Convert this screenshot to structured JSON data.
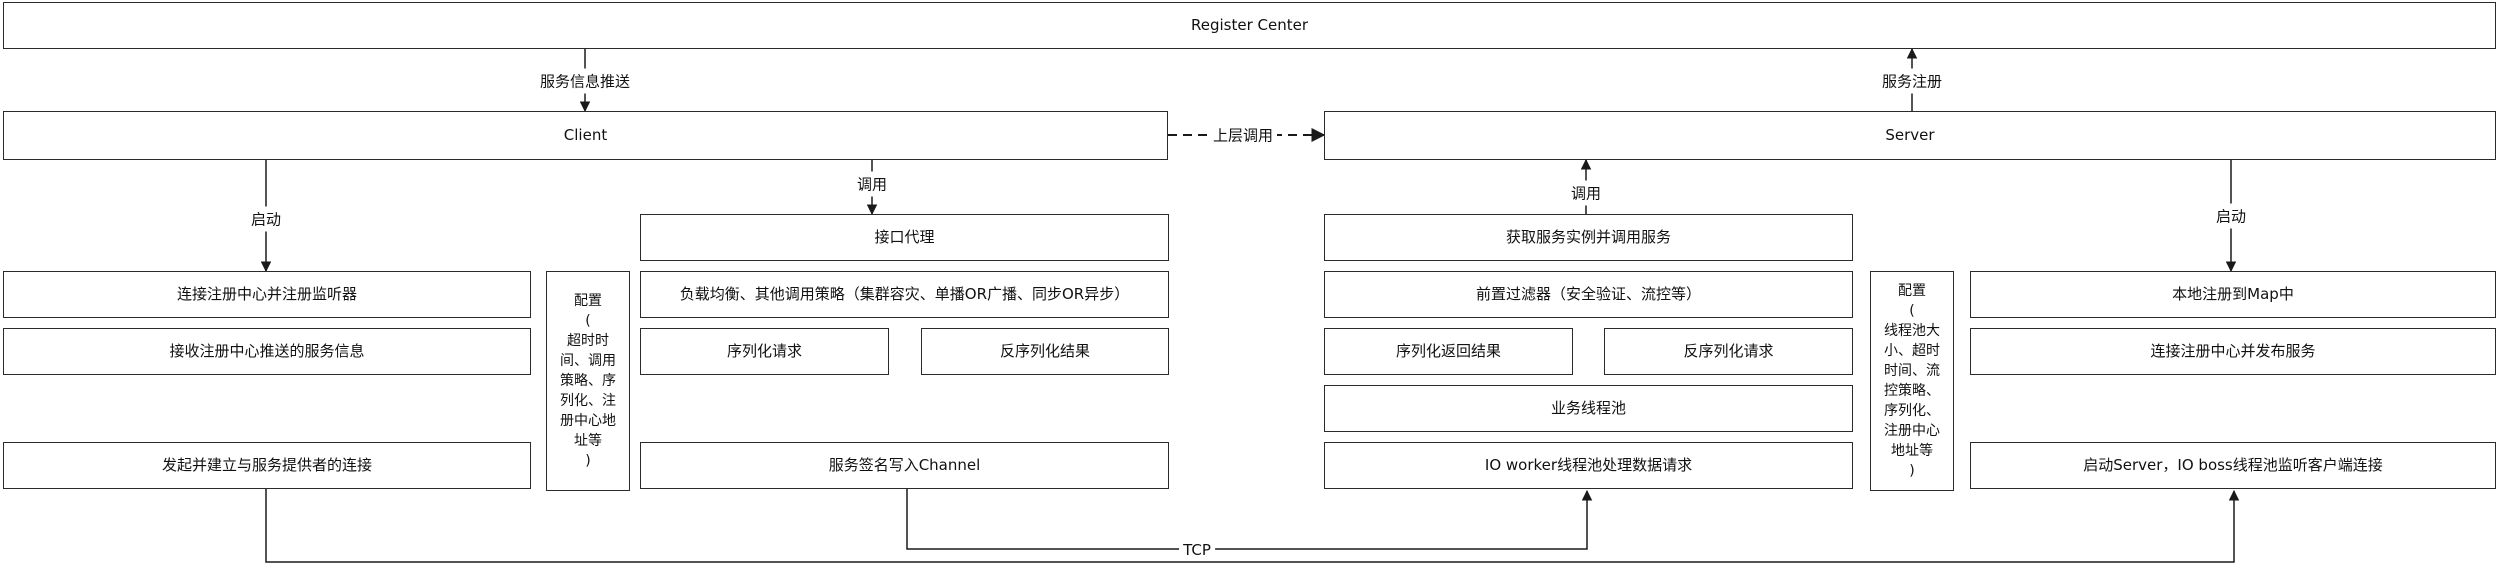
{
  "boxes": {
    "register_center": "Register Center",
    "client": "Client",
    "server": "Server",
    "connect_registry_listener": "连接注册中心并注册监听器",
    "receive_pushed_info": "接收注册中心推送的服务信息",
    "initiate_connection": "发起并建立与服务提供者的连接",
    "client_config": "配置\n(\n超时时\n间、调用\n策略、序\n列化、注\n册中心地\n址等\n)",
    "interface_proxy": "接口代理",
    "load_balance": "负载均衡、其他调用策略（集群容灾、单播OR广播、同步OR异步）",
    "serialize_request": "序列化请求",
    "deserialize_result": "反序列化结果",
    "write_channel": "服务签名写入Channel",
    "get_service_instance": "获取服务实例并调用服务",
    "pre_filter": "前置过滤器（安全验证、流控等）",
    "serialize_return": "序列化返回结果",
    "deserialize_request": "反序列化请求",
    "business_pool": "业务线程池",
    "io_worker": "IO worker线程池处理数据请求",
    "server_config": "配置\n(\n线程池大\n小、超时\n时间、流\n控策略、\n序列化、\n注册中心\n地址等\n)",
    "local_register_map": "本地注册到Map中",
    "connect_registry_publish": "连接注册中心并发布服务",
    "start_server": "启动Server，IO boss线程池监听客户端连接"
  },
  "labels": {
    "service_info_push": "服务信息推送",
    "service_register": "服务注册",
    "upper_call": "上层调用",
    "client_start": "启动",
    "client_invoke": "调用",
    "server_invoke": "调用",
    "server_start": "启动",
    "tcp": "TCP"
  }
}
